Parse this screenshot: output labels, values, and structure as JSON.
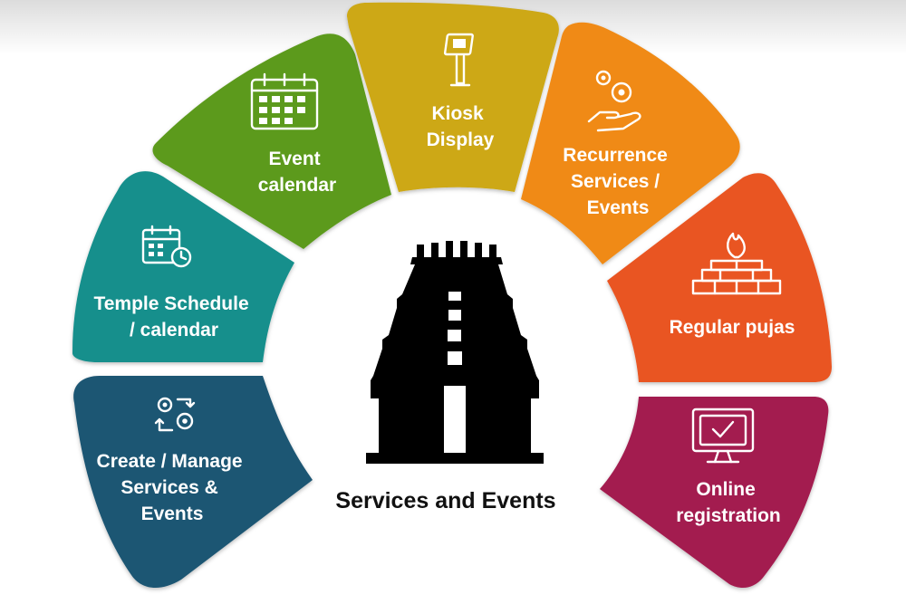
{
  "diagram": {
    "center_title": "Services and Events",
    "segments": [
      {
        "id": "create-manage",
        "label_lines": [
          "Create / Manage",
          "Services &",
          "Events"
        ],
        "color": "#1f5673",
        "icon": "gears-arrows-icon"
      },
      {
        "id": "temple-schedule",
        "label_lines": [
          "Temple Schedule",
          "/ calendar"
        ],
        "color": "#138f8c",
        "icon": "calendar-clock-icon"
      },
      {
        "id": "event-calendar",
        "label_lines": [
          "Event",
          "calendar"
        ],
        "color": "#5c9a1b",
        "icon": "calendar-icon"
      },
      {
        "id": "kiosk-display",
        "label_lines": [
          "Kiosk",
          "Display"
        ],
        "color": "#cda812",
        "icon": "kiosk-icon"
      },
      {
        "id": "recurrence",
        "label_lines": [
          "Recurrence",
          "Services /",
          "Events"
        ],
        "color": "#f08a12",
        "icon": "hand-gears-icon"
      },
      {
        "id": "regular-pujas",
        "label_lines": [
          "Regular pujas"
        ],
        "color": "#e95420",
        "icon": "fire-altar-icon"
      },
      {
        "id": "online-registration",
        "label_lines": [
          "Online",
          "registration"
        ],
        "color": "#a31d4f",
        "icon": "computer-check-icon"
      }
    ]
  }
}
